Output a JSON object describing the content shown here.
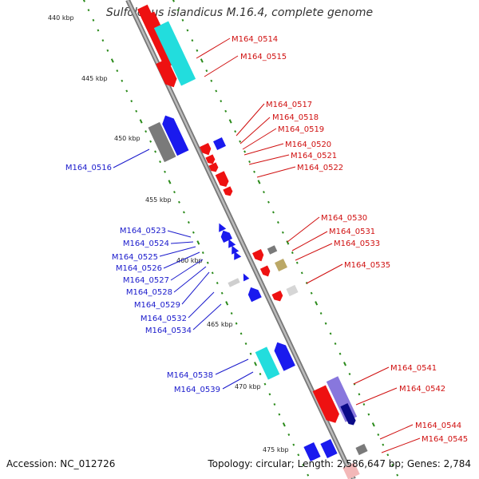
{
  "title": "Sulfolobus islandicus M.16.4, complete genome",
  "accession": "Accession: NC_012726",
  "topology": "Topology: circular; Length: 2,586,647 bp; Genes: 2,784",
  "colors": {
    "backbone": "#999999",
    "tick": "#2a8a1a",
    "forward_label": "#1a1acc",
    "reverse_label": "#d01010",
    "red": "#ee1111",
    "blue": "#1a1aee",
    "cyan": "#22dddd",
    "gray": "#7a7a7a",
    "olive": "#bba866",
    "lavender": "#8877dd",
    "navy": "#0a0a88"
  },
  "scale_labels": [
    "440 kbp",
    "445 kbp",
    "450 kbp",
    "455 kbp",
    "460 kbp",
    "465 kbp",
    "470 kbp",
    "475 kbp"
  ],
  "left_labels": [
    "M164_0516",
    "M164_0523",
    "M164_0524",
    "M164_0525",
    "M164_0526",
    "M164_0527",
    "M164_0528",
    "M164_0529",
    "M164_0532",
    "M164_0534",
    "M164_0538",
    "M164_0539"
  ],
  "right_labels": [
    "M164_0514",
    "M164_0515",
    "M164_0517",
    "M164_0518",
    "M164_0519",
    "M164_0520",
    "M164_0521",
    "M164_0522",
    "M164_0530",
    "M164_0531",
    "M164_0533",
    "M164_0535",
    "M164_0541",
    "M164_0542",
    "M164_0544",
    "M164_0545"
  ]
}
